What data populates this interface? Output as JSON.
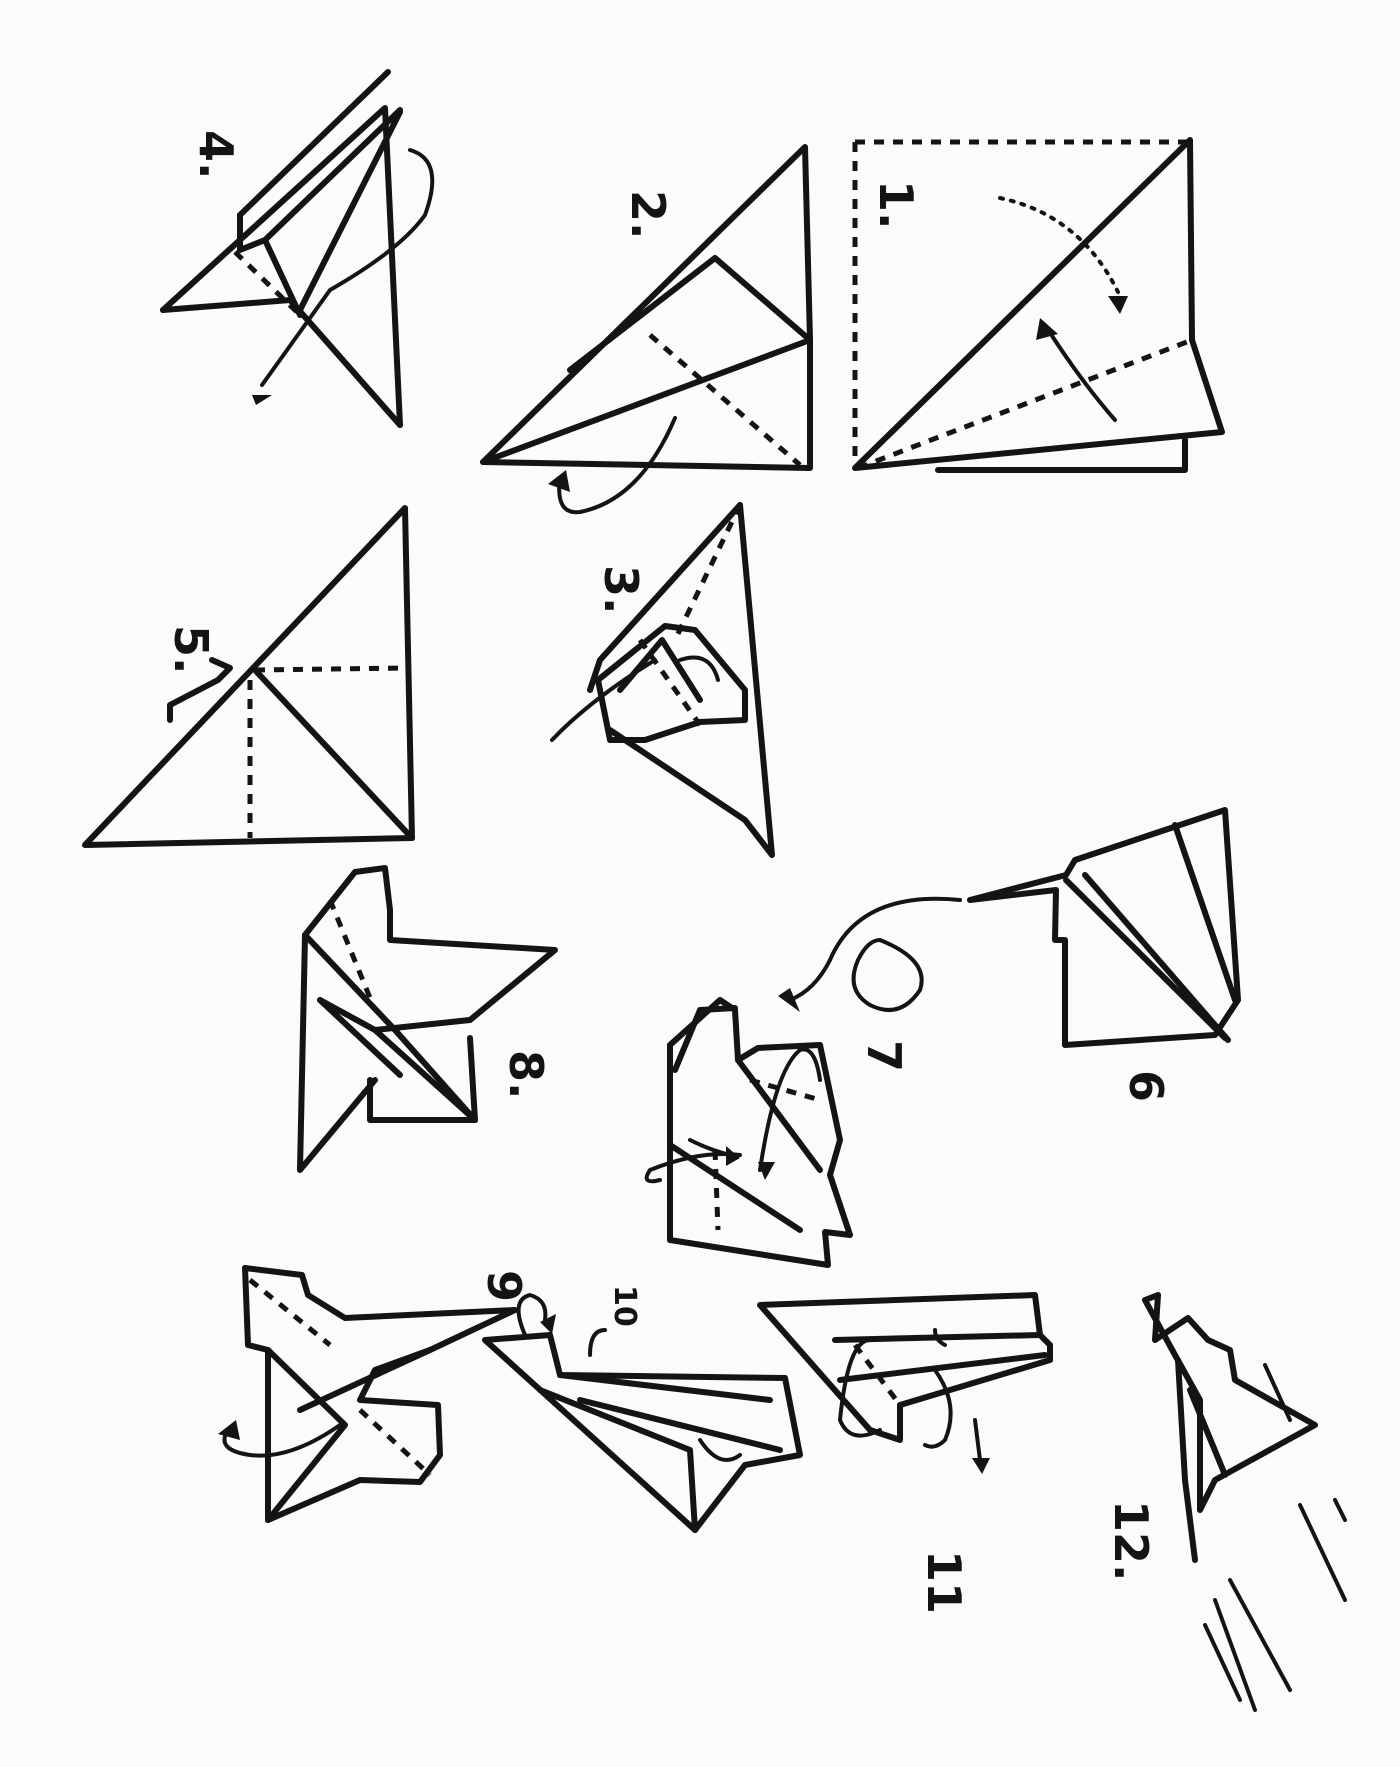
{
  "steps": [
    {
      "label": "1."
    },
    {
      "label": "2."
    },
    {
      "label": "3."
    },
    {
      "label": "4."
    },
    {
      "label": "5."
    },
    {
      "label": "6"
    },
    {
      "label": "7"
    },
    {
      "label": "8."
    },
    {
      "label": "9"
    },
    {
      "label": "10"
    },
    {
      "label": "11"
    },
    {
      "label": "12."
    }
  ]
}
